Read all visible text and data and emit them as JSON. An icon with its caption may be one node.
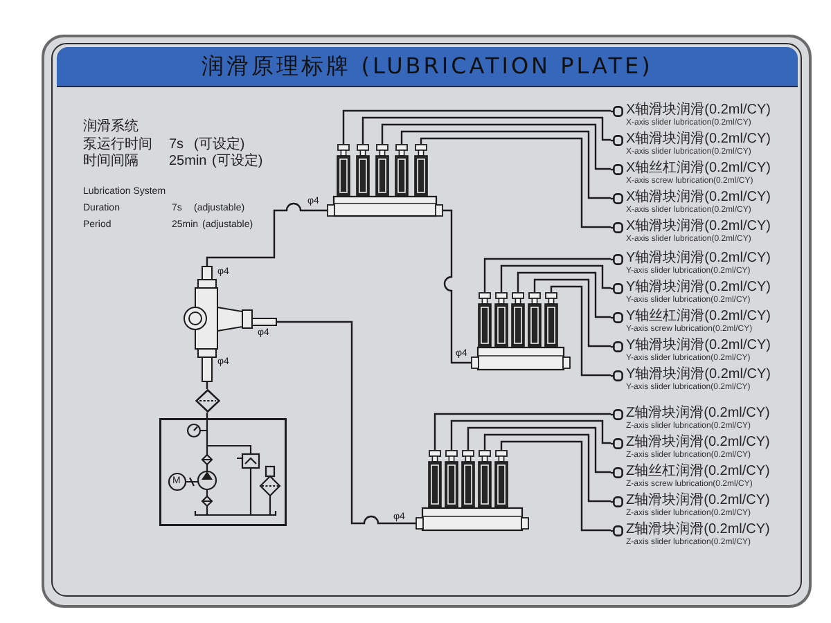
{
  "diagram": {
    "title": "润滑原理标牌 (LUBRICATION PLATE)",
    "nodes": [
      {
        "text": [],
        "shape": "box"
      },
      {
        "text": [],
        "shape": "diamond"
      },
      {
        "text": [],
        "shape": "picture"
      },
      {
        "text": [],
        "shape": "picture"
      },
      {
        "text": [],
        "shape": "picture"
      },
      {
        "text": [],
        "shape": "picture"
      },
      {
        "text": [
          "X轴滑块润滑(0.2ml/CY)",
          "X-axis slider lubrication(0.2ml/CY)"
        ]
      },
      {
        "text": [
          "X轴滑块润滑(0.2ml/CY)",
          "X-axis slider lubrication(0.2ml/CY)"
        ]
      },
      {
        "text": [
          "X轴丝杠润滑(0.2ml/CY)",
          "X-axis screw lubrication(0.2ml/CY)"
        ]
      },
      {
        "text": [
          "X轴滑块润滑(0.2ml/CY)",
          "X-axis slider lubrication(0.2ml/CY)"
        ]
      },
      {
        "text": [
          "X轴滑块润滑(0.2ml/CY)",
          "X-axis slider lubrication(0.2ml/CY)"
        ]
      },
      {
        "text": [
          "Y轴滑块润滑(0.2ml/CY)",
          "Y-axis slider lubrication(0.2ml/CY)"
        ]
      },
      {
        "text": [
          "Y轴滑块润滑(0.2ml/CY)",
          "Y-axis slider lubrication(0.2ml/CY)"
        ]
      },
      {
        "text": [
          "Y轴丝杠润滑(0.2ml/CY)",
          "Y-axis screw lubrication(0.2ml/CY)"
        ]
      },
      {
        "text": [
          "Y轴滑块润滑(0.2ml/CY)",
          "Y-axis slider lubrication(0.2ml/CY)"
        ]
      },
      {
        "text": [
          "Y轴滑块润滑(0.2ml/CY)",
          "Y-axis slider lubrication(0.2ml/CY)"
        ]
      },
      {
        "text": [
          "Z轴滑块润滑(0.2ml/CY)",
          "Z-axis slider lubrication(0.2ml/CY)"
        ]
      },
      {
        "text": [
          "Z轴滑块润滑(0.2ml/CY)",
          "Z-axis slider lubrication(0.2ml/CY)"
        ]
      },
      {
        "text": [
          "Z轴丝杠润滑(0.2ml/CY)",
          "Z-axis screw lubrication(0.2ml/CY)"
        ]
      },
      {
        "text": [
          "Z轴滑块润滑(0.2ml/CY)",
          "Z-axis slider lubrication(0.2ml/CY)"
        ]
      },
      {
        "text": [
          "Z轴滑块润滑(0.2ml/CY)",
          "Z-axis slider lubrication(0.2ml/CY)"
        ]
      }
    ],
    "edges": [
      {
        "from": 0,
        "to": 1,
        "arrow": "none"
      },
      {
        "from": 1,
        "to": 2,
        "arrow": "none"
      },
      {
        "from": 2,
        "to": 3,
        "arrow": "none"
      },
      {
        "from": 2,
        "to": 5,
        "arrow": "none"
      },
      {
        "from": 3,
        "to": 4,
        "arrow": "none"
      },
      {
        "from": 3,
        "to": 6,
        "arrow": "none"
      },
      {
        "from": 3,
        "to": 7,
        "arrow": "none"
      },
      {
        "from": 3,
        "to": 8,
        "arrow": "none"
      },
      {
        "from": 3,
        "to": 9,
        "arrow": "none"
      },
      {
        "from": 3,
        "to": 10,
        "arrow": "none"
      },
      {
        "from": 4,
        "to": 11,
        "arrow": "none"
      },
      {
        "from": 4,
        "to": 12,
        "arrow": "none"
      },
      {
        "from": 4,
        "to": 13,
        "arrow": "none"
      },
      {
        "from": 4,
        "to": 14,
        "arrow": "none"
      },
      {
        "from": 4,
        "to": 15,
        "arrow": "none"
      },
      {
        "from": 5,
        "to": 16,
        "arrow": "none"
      },
      {
        "from": 5,
        "to": 17,
        "arrow": "none"
      },
      {
        "from": 5,
        "to": 18,
        "arrow": "none"
      },
      {
        "from": 5,
        "to": 19,
        "arrow": "none"
      },
      {
        "from": 5,
        "to": 20,
        "arrow": "none"
      }
    ],
    "labels": [
      "润滑系统",
      "泵运行时间",
      "7s",
      "(可设定)",
      "时间间隔",
      "25min",
      "(可设定)",
      "Lubrication System",
      "Duration",
      "7s",
      "(adjustable)",
      "Period",
      "25min",
      "(adjustable)",
      "φ4",
      "φ4",
      "φ4",
      "φ4",
      "φ4",
      "φ4",
      "M"
    ]
  }
}
